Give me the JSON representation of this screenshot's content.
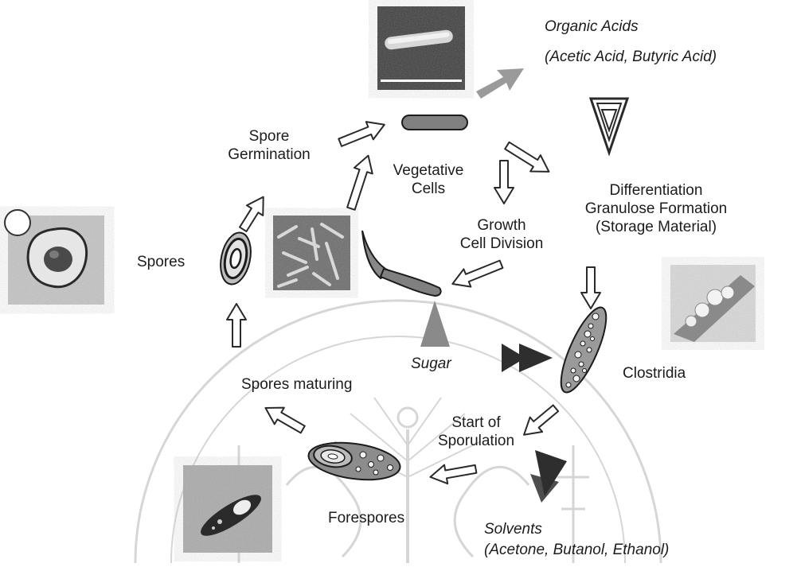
{
  "colors": {
    "ink": "#1c1c1c",
    "arrow_outline": "#2a2a2a",
    "sugar_arrow": "#8a8a8a",
    "acid_arrow": "#9a9a9a",
    "solvent_arrow": "#2e2e2e",
    "watermark": "#d6d6d6",
    "photo_dark": "#3a3a3a",
    "photo_mid": "#9c9c9c",
    "photo_light": "#d2d2d2"
  },
  "labels": {
    "organic_acids": "Organic Acids",
    "organic_acids_examples": "(Acetic Acid, Butyric Acid)",
    "spore_germination_1": "Spore",
    "spore_germination_2": "Germination",
    "vegetative_1": "Vegetative",
    "vegetative_2": "Cells",
    "differentiation_1": "Differentiation",
    "differentiation_2": "Granulose Formation",
    "differentiation_3": "(Storage Material)",
    "growth_1": "Growth",
    "growth_2": "Cell Division",
    "spores": "Spores",
    "sugar": "Sugar",
    "clostridia": "Clostridia",
    "spores_maturing": "Spores maturing",
    "sporulation_1": "Start of",
    "sporulation_2": "Sporulation",
    "forespores": "Forespores",
    "solvents": "Solvents",
    "solvents_examples": "(Acetone, Butanol, Ethanol)"
  },
  "icons": [
    "cycle-arrow-icon",
    "triangle-arrow-icon",
    "cell-micrograph-icon",
    "watermark-seal-icon"
  ]
}
